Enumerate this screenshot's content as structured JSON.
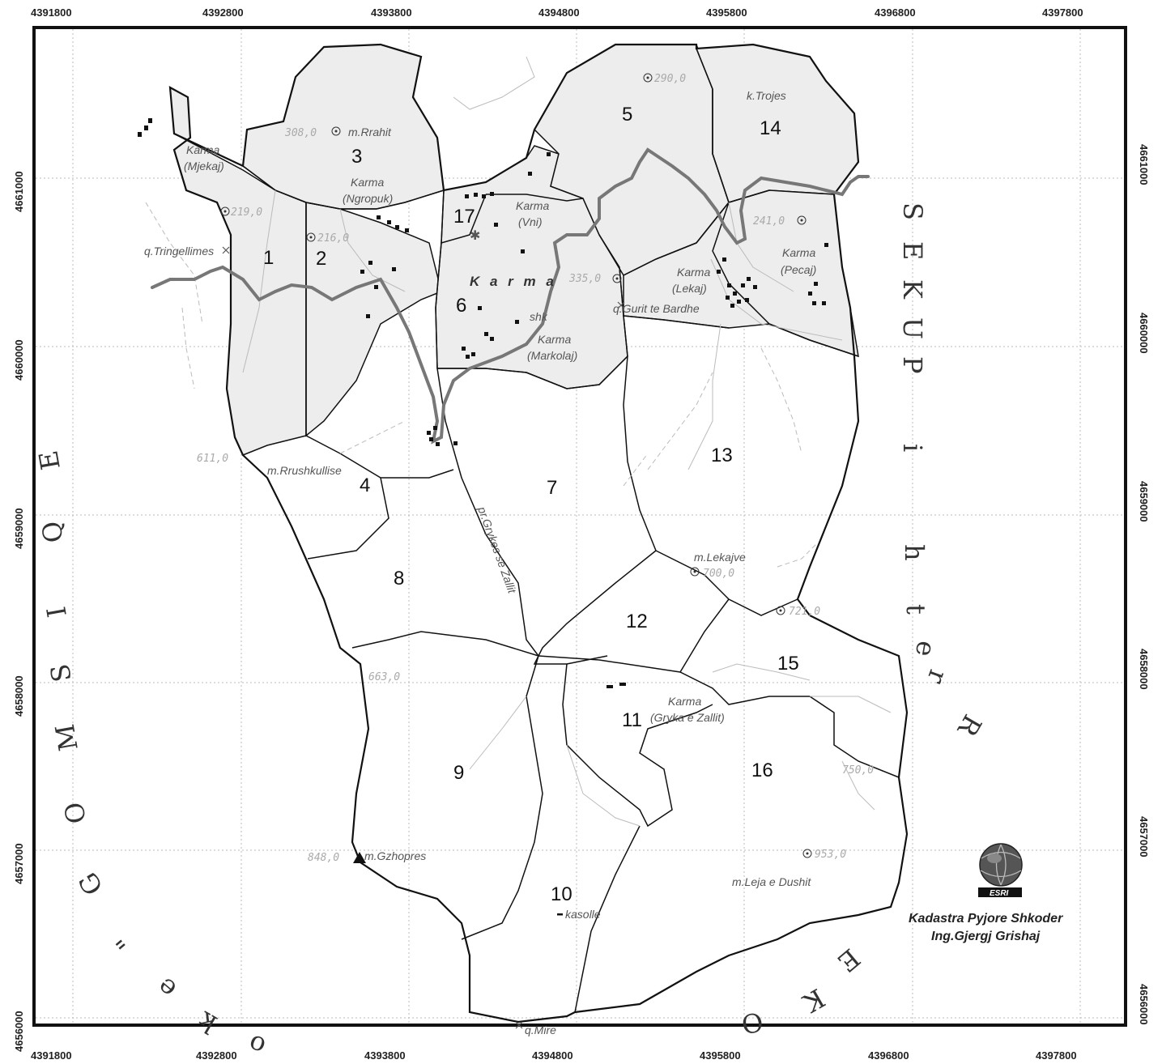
{
  "grid": {
    "x_labels": [
      "4391800",
      "4392800",
      "4393800",
      "4394800",
      "4395800",
      "4396800",
      "4397800"
    ],
    "y_labels": [
      "4661000",
      "4660000",
      "4659000",
      "4658000",
      "4657000",
      "4656000"
    ]
  },
  "parcels": [
    "1",
    "2",
    "3",
    "4",
    "5",
    "6",
    "7",
    "8",
    "9",
    "10",
    "11",
    "12",
    "13",
    "14",
    "15",
    "16",
    "17"
  ],
  "places": {
    "mjekaj": [
      "Karma",
      "(Mjekaj)"
    ],
    "ngropuk": [
      "Karma",
      "(Ngropuk)"
    ],
    "vni": [
      "Karma",
      "(Vni)"
    ],
    "lekaj": [
      "Karma",
      "(Lekaj)"
    ],
    "pecaj": [
      "Karma",
      "(Pecaj)"
    ],
    "markolaj": [
      "Karma",
      "(Markolaj)"
    ],
    "gryka": [
      "Karma",
      "(Gryka e Zallit)"
    ],
    "karma": "K a r m a",
    "rrahit": "m.Rrahit",
    "trojes": "k.Trojes",
    "tringellimes": "q.Tringellimes",
    "shk": "shk",
    "gurit": "q.Gurit te Bardhe",
    "rrushkullise": "m.Rrushkullise",
    "pr_grykes": "pr.Grykes se Zallit",
    "lekajve": "m.Lekajve",
    "gzhopres": "m.Gzhopres",
    "leja": "m.Leja e Dushit",
    "kasolle": "kasolle",
    "mire": "q.Mire"
  },
  "elevations": {
    "e308": "308,0",
    "e290": "290,0",
    "e219": "219,0",
    "e216": "216,0",
    "e241": "241,0",
    "e335": "335,0",
    "e611": "611,0",
    "e700": "700,0",
    "e721": "721,0",
    "e663": "663,0",
    "e750": "750,0",
    "e848": "848,0",
    "e953": "953,0"
  },
  "neighbors": {
    "left": [
      "E",
      "Q",
      "I",
      "S",
      "M",
      "O",
      "G",
      "\"",
      "e",
      "k",
      "o"
    ],
    "right": [
      "S",
      "E",
      "K",
      "U",
      "P",
      "i",
      "h",
      "t",
      "e",
      "r",
      "R"
    ],
    "bottom": [
      "E",
      "K",
      "O"
    ]
  },
  "credits": {
    "logo": "ESRI",
    "line1": "Kadastra Pyjore Shkoder",
    "line2": "Ing.Gjergj Grishaj"
  },
  "colors": {
    "shaded_fill": "#ededed",
    "river": "#777777",
    "boundary": "#111111"
  }
}
